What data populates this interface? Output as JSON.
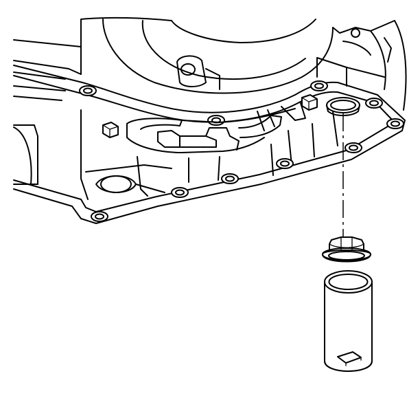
{
  "diagram": {
    "colors": {
      "line": "#000000",
      "background": "#ffffff"
    },
    "components": [
      {
        "name": "transmission-case",
        "kind": "illustration"
      },
      {
        "name": "bottom-pan-flange",
        "kind": "illustration"
      },
      {
        "name": "pan-bolts",
        "kind": "illustration",
        "count": 11
      },
      {
        "name": "valve-body-linkage",
        "kind": "illustration"
      },
      {
        "name": "case-plug",
        "kind": "illustration"
      },
      {
        "name": "socket-tool",
        "kind": "illustration"
      },
      {
        "name": "installation-centerline",
        "kind": "illustration"
      }
    ]
  }
}
